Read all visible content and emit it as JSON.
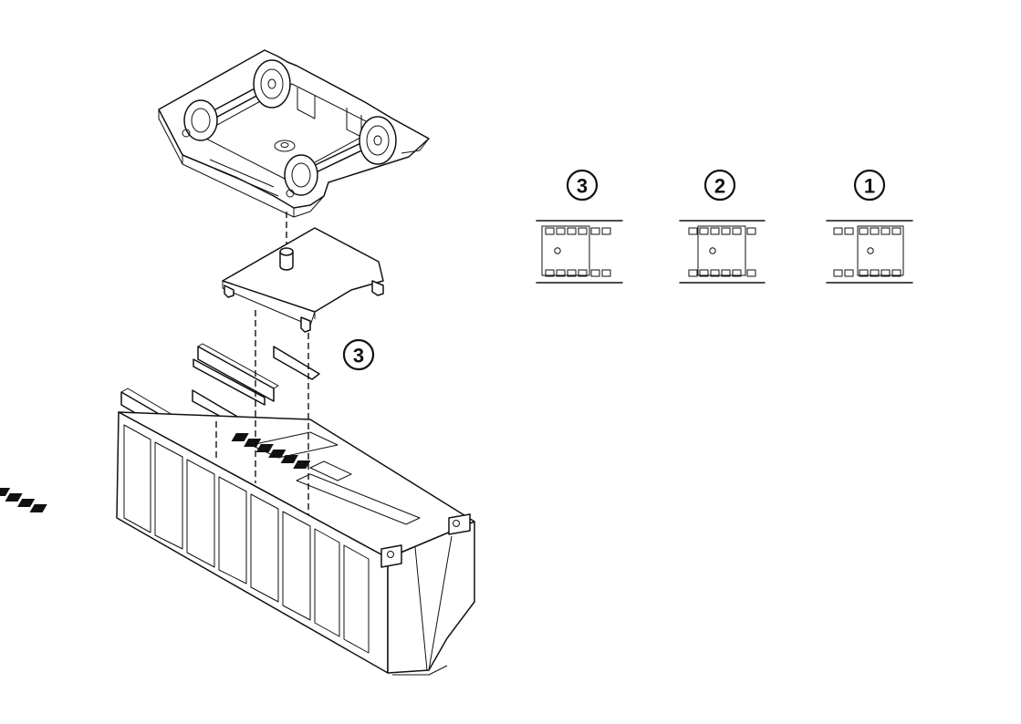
{
  "callouts": {
    "main_step": "3",
    "steps": [
      "3",
      "2",
      "1"
    ]
  }
}
